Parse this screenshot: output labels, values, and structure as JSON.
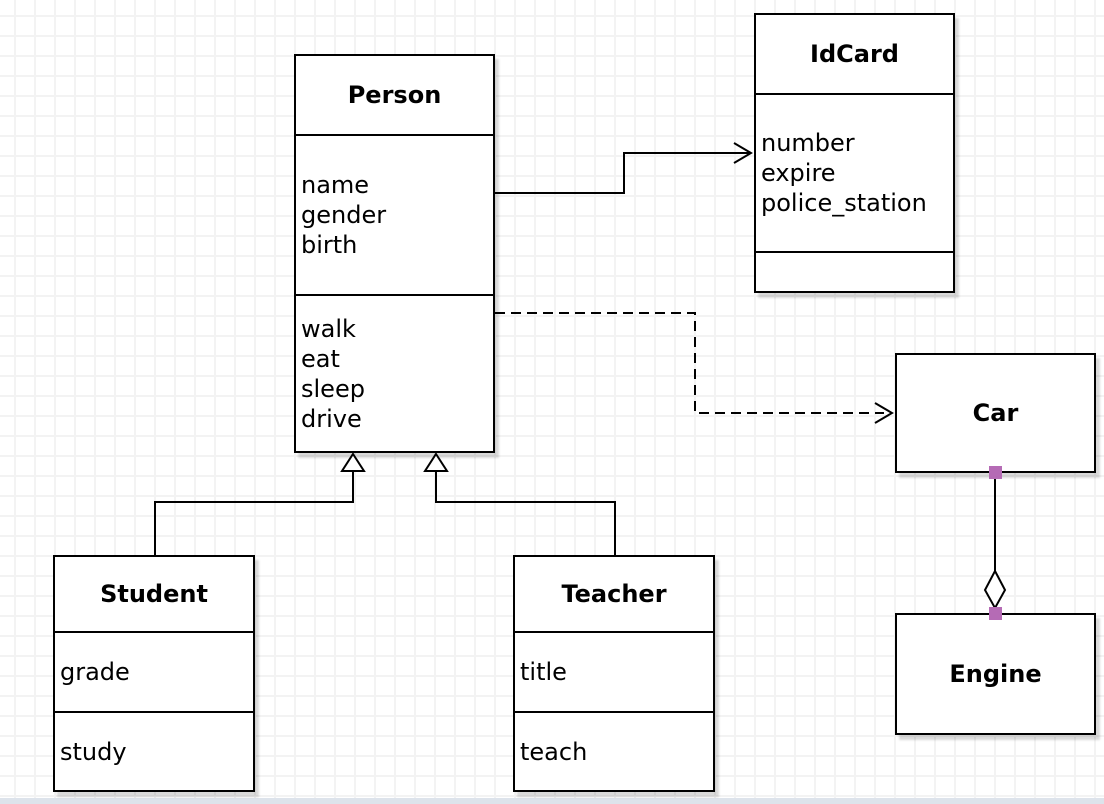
{
  "diagram": {
    "classes": {
      "person": {
        "name": "Person",
        "attributes": [
          "name",
          "gender",
          "birth"
        ],
        "methods": [
          "walk",
          "eat",
          "sleep",
          "drive"
        ]
      },
      "idcard": {
        "name": "IdCard",
        "attributes": [
          "number",
          "expire",
          "police_station"
        ],
        "methods": []
      },
      "car": {
        "name": "Car",
        "attributes": [],
        "methods": []
      },
      "engine": {
        "name": "Engine",
        "attributes": [],
        "methods": []
      },
      "student": {
        "name": "Student",
        "attributes": [
          "grade"
        ],
        "methods": [
          "study"
        ]
      },
      "teacher": {
        "name": "Teacher",
        "attributes": [
          "title"
        ],
        "methods": [
          "teach"
        ]
      }
    },
    "relations": [
      {
        "type": "association",
        "from": "Person",
        "to": "IdCard",
        "line": "solid",
        "arrow": "open"
      },
      {
        "type": "dependency",
        "from": "Person",
        "to": "Car",
        "line": "dashed",
        "arrow": "open"
      },
      {
        "type": "inheritance",
        "from": "Student",
        "to": "Person",
        "line": "solid",
        "arrow": "hollow-triangle"
      },
      {
        "type": "inheritance",
        "from": "Teacher",
        "to": "Person",
        "line": "solid",
        "arrow": "hollow-triangle"
      },
      {
        "type": "aggregation",
        "from": "Car",
        "to": "Engine",
        "line": "solid",
        "arrow": "hollow-diamond"
      }
    ],
    "colors": {
      "box_fill": "#ffffff",
      "line": "#000000",
      "grid_line": "#f3f3f3",
      "connection_point": "#b56bb5",
      "page_edge": "#dde3eb"
    }
  }
}
